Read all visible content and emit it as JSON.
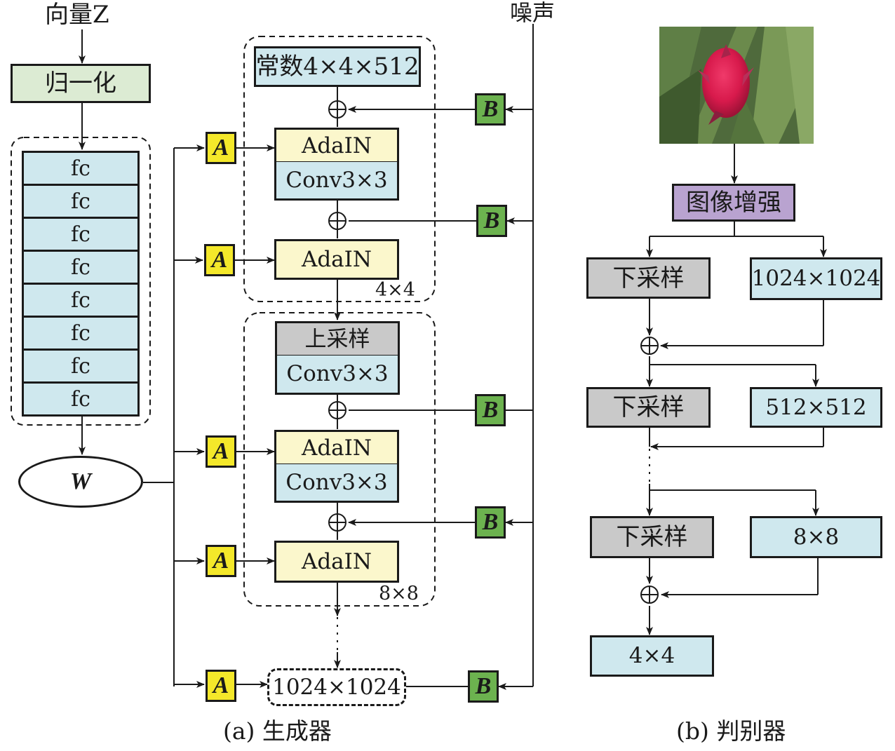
{
  "generator": {
    "input": "向量Z",
    "normalize": "归一化",
    "fc_layers": [
      "fc",
      "fc",
      "fc",
      "fc",
      "fc",
      "fc",
      "fc",
      "fc"
    ],
    "w": "W",
    "noise": "噪声",
    "const": "常数4×4×512",
    "adain": "AdaIN",
    "conv": "Conv3×3",
    "upsample": "上采样",
    "block1_label": "4×4",
    "block2_label": "8×8",
    "final": "1024×1024",
    "tag_a": "A",
    "tag_b": "B",
    "caption": "(a) 生成器"
  },
  "discriminator": {
    "augment": "图像增强",
    "downsample": "下采样",
    "res1": "1024×1024",
    "res2": "512×512",
    "res3": "8×8",
    "output": "4×4",
    "caption": "(b) 判别器"
  },
  "colors": {
    "blue": "#cfe8ee",
    "green": "#dcebd3",
    "yellow": "#fbf7cc",
    "gray": "#c9c9c9",
    "purple": "#b9a3d0",
    "tag_a": "#f4e82a",
    "tag_b": "#6cb24f"
  }
}
